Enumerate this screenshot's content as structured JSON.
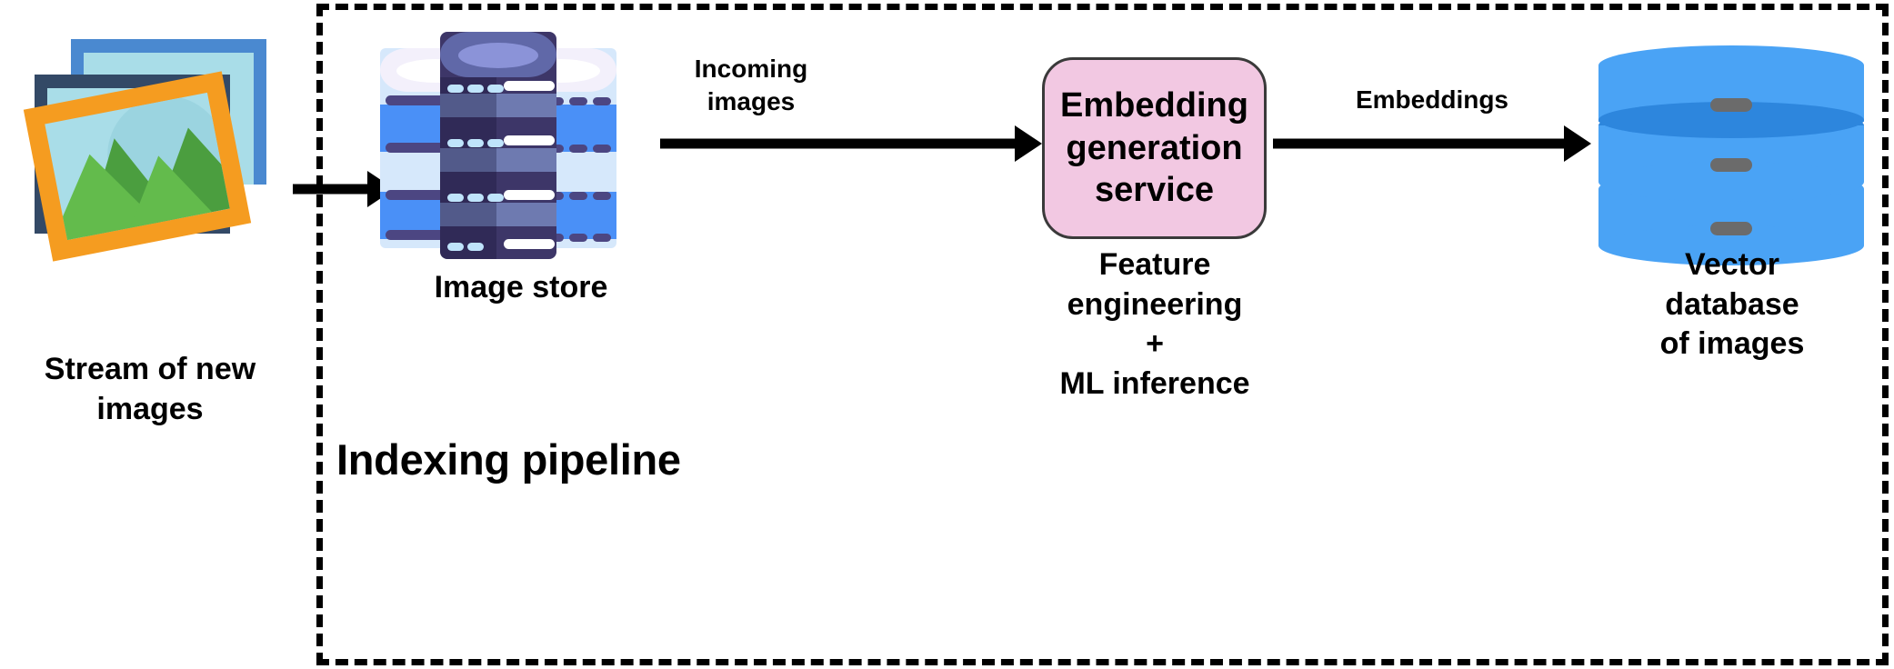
{
  "diagram": {
    "title": "Indexing pipeline",
    "nodes": {
      "stream": {
        "icon": "image-stack-icon",
        "caption": "Stream of new\nimages"
      },
      "image_store": {
        "icon": "database-cylinders-icon",
        "caption": "Image store"
      },
      "embedding_service": {
        "box_label": "Embedding\ngeneration\nservice",
        "caption": "Feature\nengineering\n+\nML inference",
        "box_fill": "#f2c8e2",
        "box_stroke": "#3a3a3a"
      },
      "vector_db": {
        "icon": "vector-database-icon",
        "caption": "Vector\ndatabase\nof images",
        "color": "#4aa3f5"
      }
    },
    "edges": [
      {
        "id": "stream-to-store",
        "label": ""
      },
      {
        "id": "store-to-service",
        "label": "Incoming\nimages"
      },
      {
        "id": "service-to-vectordb",
        "label": "Embeddings"
      }
    ],
    "colors": {
      "arrow": "#000000",
      "border": "#000000",
      "photo_back": "#4a89d0",
      "photo_mid": "#334966",
      "photo_front": "#f59c20",
      "photo_sky": "#a9dde8",
      "hill_dark": "#4b9e3f",
      "hill_light": "#63bb4c",
      "cyl_light": "#d6e8fb",
      "cyl_blue": "#4a90f7",
      "cyl_dark": "#4c4682",
      "vector_blue": "#4aa3f5",
      "vector_shadow": "#2d86dd",
      "vector_mark": "#6b6b6b"
    }
  }
}
